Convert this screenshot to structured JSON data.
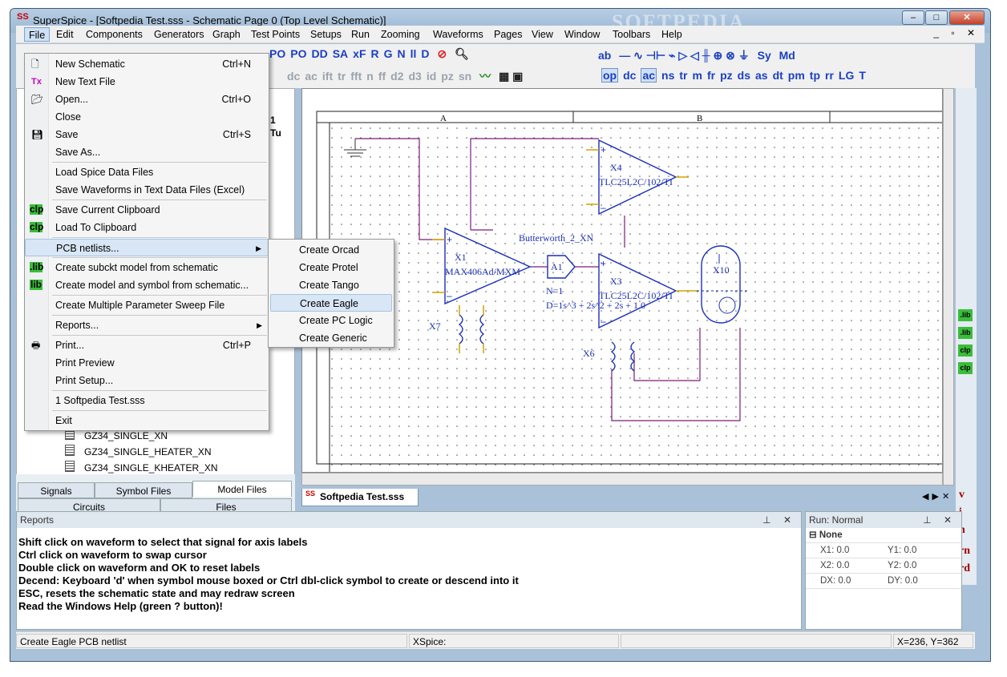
{
  "window": {
    "title": "SuperSpice - [Softpedia Test.sss - Schematic Page 0 (Top Level Schematic)]",
    "watermark": "SOFTPEDIA",
    "app_icon_text": "SS",
    "controls": {
      "minimize": "–",
      "maximize": "□",
      "close": "✕"
    }
  },
  "menubar": {
    "items": [
      "File",
      "Edit",
      "Components",
      "Generators",
      "Graph",
      "Test Points",
      "Setups",
      "Run",
      "Zooming",
      "Waveforms",
      "Pages",
      "View",
      "Window",
      "Toolbars",
      "Help"
    ],
    "active": "File",
    "mdi_controls": "_ ▫ ✕"
  },
  "toolbar": {
    "row1_text": [
      "PO",
      "PO",
      "DD",
      "SA",
      "xF",
      "R",
      "G",
      "N",
      "ll",
      "D"
    ],
    "row1_right": [
      "ab",
      "Sy",
      "Md"
    ],
    "row2_text": [
      "dc",
      "ac",
      "ift",
      "tr",
      "fft",
      "n",
      "ff",
      "d2",
      "d3",
      "id",
      "pz",
      "sn"
    ],
    "row2_right": [
      "op",
      "dc",
      "ac",
      "ns",
      "tr",
      "m",
      "fr",
      "pz",
      "ds",
      "as",
      "dt",
      "pm",
      "tp",
      "rr",
      "LG",
      "T"
    ]
  },
  "file_menu": {
    "items": [
      {
        "label": "New Schematic",
        "shortcut": "Ctrl+N",
        "icon": "new-document-icon"
      },
      {
        "label": "New Text File",
        "shortcut": "",
        "icon": "text-file-icon"
      },
      {
        "label": "Open...",
        "shortcut": "Ctrl+O",
        "icon": "open-folder-icon"
      },
      {
        "label": "Close",
        "shortcut": "",
        "icon": ""
      },
      {
        "label": "Save",
        "shortcut": "Ctrl+S",
        "icon": "floppy-disk-icon"
      },
      {
        "label": "Save As...",
        "shortcut": "",
        "icon": ""
      },
      {
        "label": "Load Spice Data Files",
        "shortcut": "",
        "icon": ""
      },
      {
        "label": "Save Waveforms in Text Data Files (Excel)",
        "shortcut": "",
        "icon": ""
      },
      {
        "label": "Save Current Clipboard",
        "shortcut": "",
        "icon": "clipboard-icon"
      },
      {
        "label": "Load To Clipboard",
        "shortcut": "",
        "icon": "clipboard-icon"
      },
      {
        "label": "PCB netlists...",
        "shortcut": "",
        "icon": "",
        "submenu": true
      },
      {
        "label": "Create subckt model from schematic",
        "shortcut": "",
        "icon": "library-icon"
      },
      {
        "label": "Create model and symbol from schematic...",
        "shortcut": "",
        "icon": "library-icon"
      },
      {
        "label": "Create Multiple Parameter Sweep File",
        "shortcut": "",
        "icon": ""
      },
      {
        "label": "Reports...",
        "shortcut": "",
        "icon": "",
        "submenu": true
      },
      {
        "label": "Print...",
        "shortcut": "Ctrl+P",
        "icon": "printer-icon"
      },
      {
        "label": "Print Preview",
        "shortcut": "",
        "icon": ""
      },
      {
        "label": "Print Setup...",
        "shortcut": "",
        "icon": ""
      },
      {
        "label": "1 Softpedia Test.sss",
        "shortcut": "",
        "icon": ""
      },
      {
        "label": "Exit",
        "shortcut": "",
        "icon": ""
      }
    ]
  },
  "pcb_submenu": {
    "items": [
      "Create Orcad",
      "Create Protel",
      "Create Tango",
      "Create Eagle",
      "Create PC Logic",
      "Create Generic"
    ],
    "highlighted": "Create Eagle"
  },
  "left_panel": {
    "partial_values": [
      "1",
      "Tu"
    ],
    "list_items": [
      "GZ34_SINGLE_XN",
      "GZ34_SINGLE_HEATER_XN",
      "GZ34_SINGLE_KHEATER_XN"
    ],
    "tabs_row1": [
      "Signals",
      "Symbol Files",
      "Model Files"
    ],
    "tabs_row2": [
      "Circuits",
      "Files"
    ],
    "selected_tab": "Model Files"
  },
  "schematic": {
    "columns": [
      "A",
      "B"
    ],
    "components": {
      "x1_name": "X1",
      "x1_model": "MAX406Ad/MXM",
      "x4_name": "X4",
      "x4_model": "TLC25L2C/102/TI",
      "x3_name": "X3",
      "x3_model": "TLC25L2C/102/TI",
      "x10_name": "X10",
      "x7_name": "X7",
      "x6_name": "X6",
      "a1_name": "A1",
      "filter_title": "Butterworth_2_XN",
      "filter_n": "N=1",
      "filter_eq": "D=1s^3 + 2s^2 + 2s + 1.0"
    }
  },
  "doc_tab": {
    "label": "Softpedia Test.sss",
    "icon_text": "SS"
  },
  "right_strip": {
    "labels": [
      "v",
      "i",
      "n",
      "rn",
      "rd"
    ],
    "green": [
      ".lib",
      "clp"
    ]
  },
  "reports": {
    "title": "Reports",
    "lines": [
      "Shift click on waveform to select that signal for axis labels",
      "Ctrl click on waveform to swap cursor",
      "Double click on waveform and OK to reset labels",
      "Decend: Keyboard 'd' when symbol mouse boxed or Ctrl dbl-click symbol to create or descend into it",
      "ESC, resets the schematic state and may redraw screen",
      "Read the Windows Help (green ? button)!"
    ]
  },
  "run_panel": {
    "title": "Run: Normal",
    "group": "None",
    "cells": [
      [
        "X1: 0.0",
        "Y1: 0.0"
      ],
      [
        "X2: 0.0",
        "Y2: 0.0"
      ],
      [
        "DX: 0.0",
        "DY: 0.0"
      ]
    ]
  },
  "statusbar": {
    "message": "Create Eagle PCB netlist",
    "engine": "XSpice:",
    "coords": "X=236, Y=362"
  },
  "colors": {
    "wire": "#7a1a7a",
    "component": "#1a2fb8",
    "pin": "#d4a000"
  }
}
